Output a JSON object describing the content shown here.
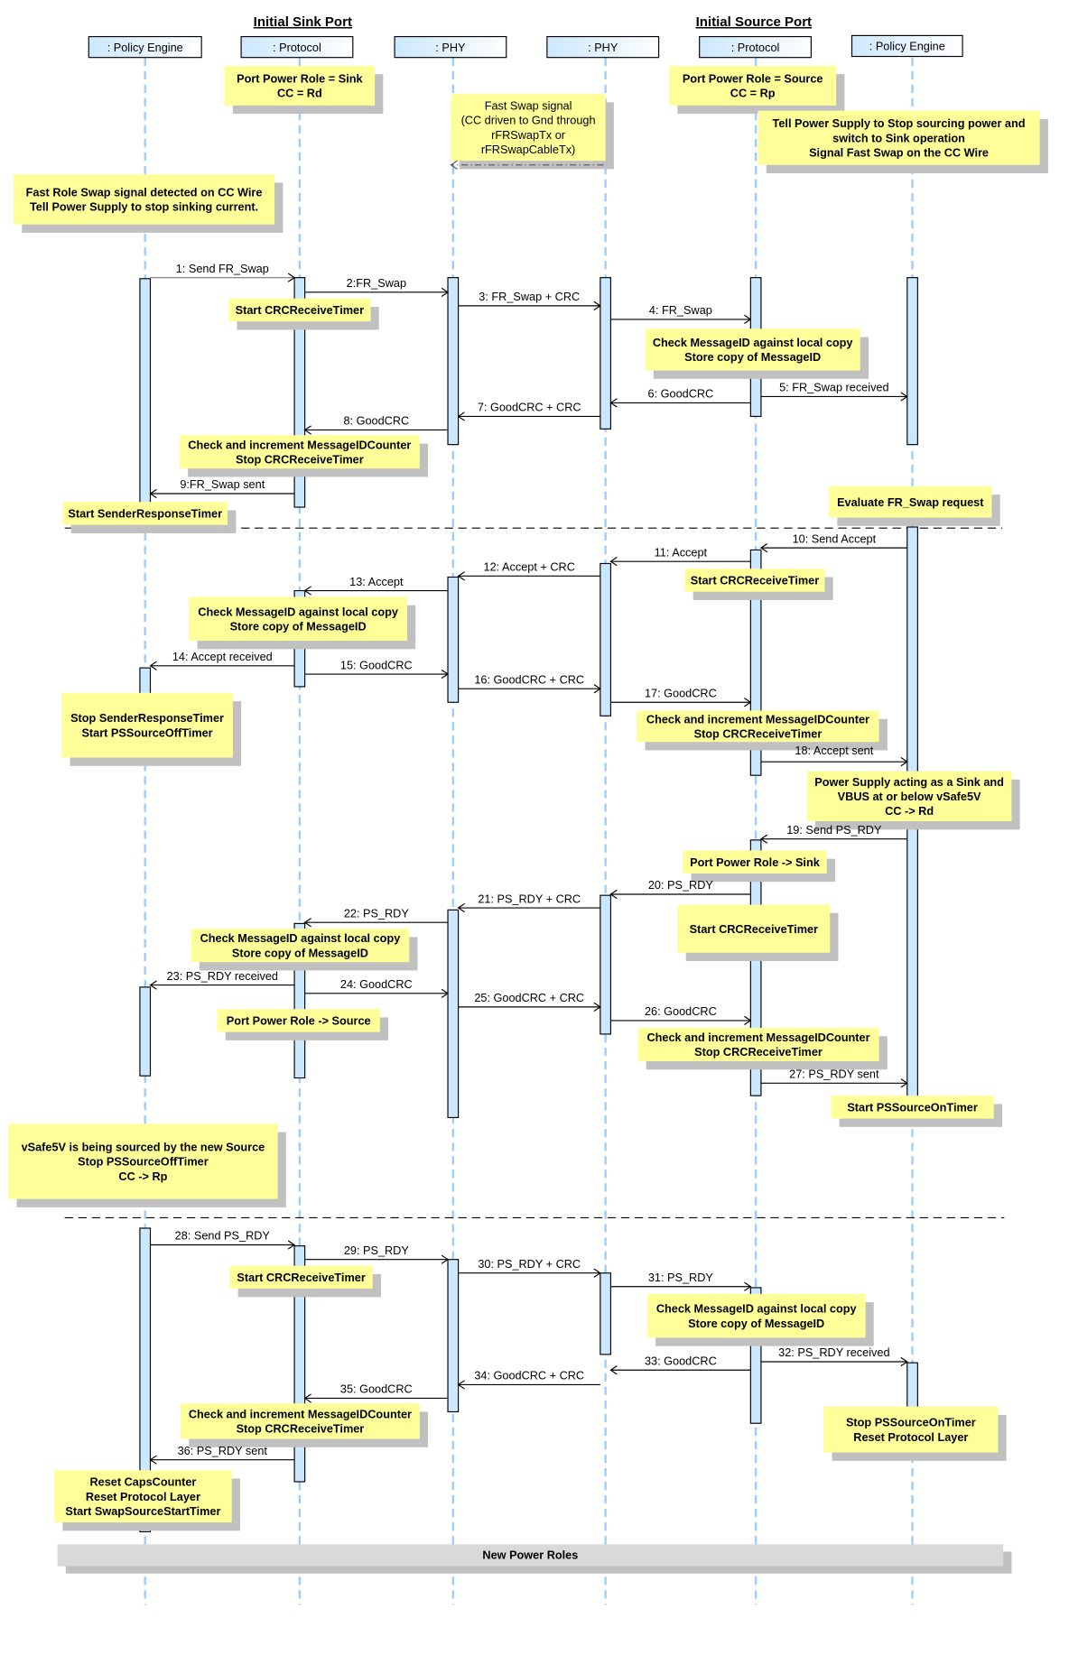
{
  "groups": [
    {
      "label": "Initial Sink Port"
    },
    {
      "label": "Initial Source Port"
    }
  ],
  "lifelines": [
    {
      "label": ": Policy Engine"
    },
    {
      "label": ": Protocol"
    },
    {
      "label": ": PHY"
    },
    {
      "label": ": PHY"
    },
    {
      "label": ": Protocol"
    },
    {
      "label": ": Policy Engine"
    }
  ],
  "colors": {
    "note_fill": "#ffff99",
    "note_shadow": "#c0c0c0",
    "activation_fill": "#cce8ff",
    "lifeline_dash": "#99ccff",
    "banner_fill": "#d9d9d9"
  },
  "messages": [
    {
      "label": "1: Send FR_Swap",
      "from": 0,
      "to": 1
    },
    {
      "label": "2:FR_Swap",
      "from": 1,
      "to": 2
    },
    {
      "label": "3: FR_Swap + CRC",
      "from": 2,
      "to": 3
    },
    {
      "label": "4: FR_Swap",
      "from": 3,
      "to": 4
    },
    {
      "label": "5: FR_Swap received",
      "from": 4,
      "to": 5
    },
    {
      "label": "6: GoodCRC",
      "from": 4,
      "to": 3
    },
    {
      "label": "7: GoodCRC + CRC",
      "from": 3,
      "to": 2
    },
    {
      "label": "8: GoodCRC",
      "from": 2,
      "to": 1
    },
    {
      "label": "9:FR_Swap sent",
      "from": 1,
      "to": 0
    },
    {
      "label": "10: Send Accept",
      "from": 5,
      "to": 4
    },
    {
      "label": "11: Accept",
      "from": 4,
      "to": 3
    },
    {
      "label": "12: Accept + CRC",
      "from": 3,
      "to": 2
    },
    {
      "label": "13: Accept",
      "from": 2,
      "to": 1
    },
    {
      "label": "14: Accept received",
      "from": 1,
      "to": 0
    },
    {
      "label": "15: GoodCRC",
      "from": 1,
      "to": 2
    },
    {
      "label": "16: GoodCRC + CRC",
      "from": 2,
      "to": 3
    },
    {
      "label": "17: GoodCRC",
      "from": 3,
      "to": 4
    },
    {
      "label": "18: Accept sent",
      "from": 4,
      "to": 5
    },
    {
      "label": "19: Send PS_RDY",
      "from": 5,
      "to": 4
    },
    {
      "label": "20: PS_RDY",
      "from": 4,
      "to": 3
    },
    {
      "label": "21: PS_RDY + CRC",
      "from": 3,
      "to": 2
    },
    {
      "label": "22: PS_RDY",
      "from": 2,
      "to": 1
    },
    {
      "label": "23: PS_RDY received",
      "from": 1,
      "to": 0
    },
    {
      "label": "24: GoodCRC",
      "from": 1,
      "to": 2
    },
    {
      "label": "25: GoodCRC + CRC",
      "from": 2,
      "to": 3
    },
    {
      "label": "26: GoodCRC",
      "from": 3,
      "to": 4
    },
    {
      "label": "27: PS_RDY sent",
      "from": 4,
      "to": 5
    },
    {
      "label": "28: Send PS_RDY",
      "from": 0,
      "to": 1
    },
    {
      "label": "29: PS_RDY",
      "from": 1,
      "to": 2
    },
    {
      "label": "30: PS_RDY + CRC",
      "from": 2,
      "to": 3
    },
    {
      "label": "31: PS_RDY",
      "from": 3,
      "to": 4
    },
    {
      "label": "32: PS_RDY received",
      "from": 4,
      "to": 5
    },
    {
      "label": "33: GoodCRC",
      "from": 4,
      "to": 3
    },
    {
      "label": "34: GoodCRC + CRC",
      "from": 3,
      "to": 2
    },
    {
      "label": "35: GoodCRC",
      "from": 2,
      "to": 1
    },
    {
      "label": "36: PS_RDY sent",
      "from": 1,
      "to": 0
    }
  ],
  "notes": [
    {
      "lines": [
        "Port Power Role = Sink",
        "CC = Rd"
      ]
    },
    {
      "lines": [
        "Port Power Role = Source",
        "CC = Rp"
      ]
    },
    {
      "lines": [
        "Fast Swap signal",
        "(CC driven to Gnd through",
        "rFRSwapTx or",
        "rFRSwapCableTx)"
      ]
    },
    {
      "lines": [
        "Tell Power Supply to Stop sourcing power and",
        "switch to Sink operation",
        "Signal Fast Swap on the CC Wire"
      ]
    },
    {
      "lines": [
        "Fast Role Swap signal detected on CC Wire",
        "Tell Power Supply to stop sinking current."
      ]
    },
    {
      "lines": [
        "Start CRCReceiveTimer"
      ]
    },
    {
      "lines": [
        "Check MessageID against local copy",
        "Store copy of MessageID"
      ]
    },
    {
      "lines": [
        "Check and increment MessageIDCounter",
        "Stop CRCReceiveTimer"
      ]
    },
    {
      "lines": [
        "Start SenderResponseTimer"
      ]
    },
    {
      "lines": [
        "Evaluate FR_Swap request"
      ]
    },
    {
      "lines": [
        "Start CRCReceiveTimer"
      ]
    },
    {
      "lines": [
        "Check MessageID against local copy",
        "Store copy of MessageID"
      ]
    },
    {
      "lines": [
        "Stop SenderResponseTimer",
        "Start PSSourceOffTimer"
      ]
    },
    {
      "lines": [
        "Check and increment MessageIDCounter",
        "Stop CRCReceiveTimer"
      ]
    },
    {
      "lines": [
        "Power Supply acting as a Sink and",
        "VBUS at or below vSafe5V",
        "CC -> Rd"
      ]
    },
    {
      "lines": [
        "Port Power Role -> Sink"
      ]
    },
    {
      "lines": [
        "Start CRCReceiveTimer"
      ]
    },
    {
      "lines": [
        "Check MessageID against local copy",
        "Store copy of MessageID"
      ]
    },
    {
      "lines": [
        "Port Power Role -> Source"
      ]
    },
    {
      "lines": [
        "Check and increment MessageIDCounter",
        "Stop CRCReceiveTimer"
      ]
    },
    {
      "lines": [
        "Start PSSourceOnTimer"
      ]
    },
    {
      "lines": [
        "vSafe5V is being sourced by the new Source",
        "Stop PSSourceOffTimer",
        "CC -> Rp"
      ]
    },
    {
      "lines": [
        "Start CRCReceiveTimer"
      ]
    },
    {
      "lines": [
        "Check MessageID against local copy",
        "Store copy of MessageID"
      ]
    },
    {
      "lines": [
        "Check and increment MessageIDCounter",
        "Stop CRCReceiveTimer"
      ]
    },
    {
      "lines": [
        "Stop PSSourceOnTimer",
        "Reset Protocol Layer"
      ]
    },
    {
      "lines": [
        "Reset CapsCounter",
        "Reset Protocol Layer",
        "Start SwapSourceStartTimer"
      ]
    }
  ],
  "banner": {
    "label": "New Power Roles"
  }
}
